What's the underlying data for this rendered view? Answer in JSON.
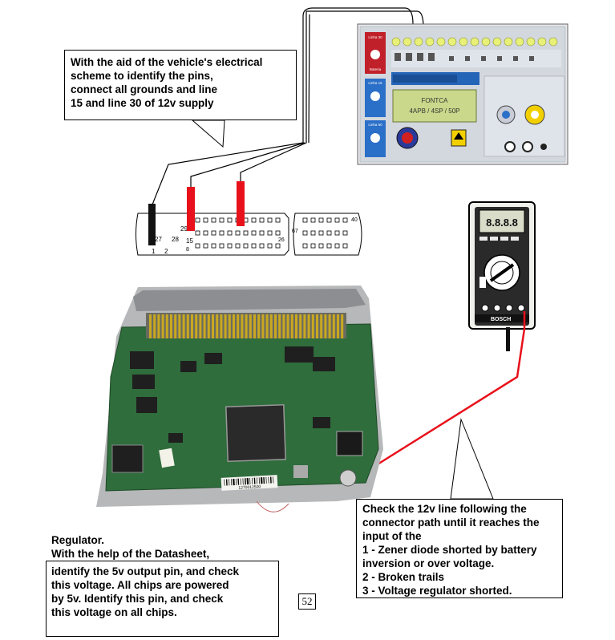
{
  "callouts": {
    "top": {
      "lines": [
        "With the aid of the vehicle's electrical",
        "scheme to identify the pins,",
        "connect all grounds and line",
        "15 and line 30 of 12v supply"
      ]
    },
    "right": {
      "lines": [
        "Check the 12v line following the",
        "connector path until it reaches the",
        "input of the",
        "1 - Zener diode shorted by battery",
        "inversion or over voltage.",
        "2  -  Broken trails",
        "3 - Voltage  regulator shorted."
      ]
    },
    "bottom": {
      "heading": "Regulator.",
      "lines": [
        "With the help of the Datasheet,",
        "identify the 5v output pin, and check",
        "this voltage. All chips are powered",
        "by 5v. Identify this pin, and check",
        "this voltage on all chips."
      ]
    }
  },
  "connector": {
    "pin_labels": [
      "27",
      "28",
      "29",
      "15",
      "1",
      "2",
      "8",
      "26",
      "67",
      "40"
    ]
  },
  "simulator": {
    "display_lines": [
      "FONTCA",
      "4APB / 4SP / 50P"
    ],
    "panel_labels": [
      "Linha 30",
      "Linha 15",
      "Linha 50",
      "Bateria"
    ]
  },
  "multimeter": {
    "display": "8.8.8.8",
    "brand": "BOSCH"
  },
  "ecu": {
    "sticker": "1270012500"
  },
  "page_number": "52",
  "colors": {
    "wire_red": "#e8101a",
    "wire_black": "#111111",
    "pcb_green": "#2f6d3c",
    "pin_gold": "#c9a820",
    "sim_blue": "#2565b8",
    "lcd_green": "#c9d88a"
  }
}
